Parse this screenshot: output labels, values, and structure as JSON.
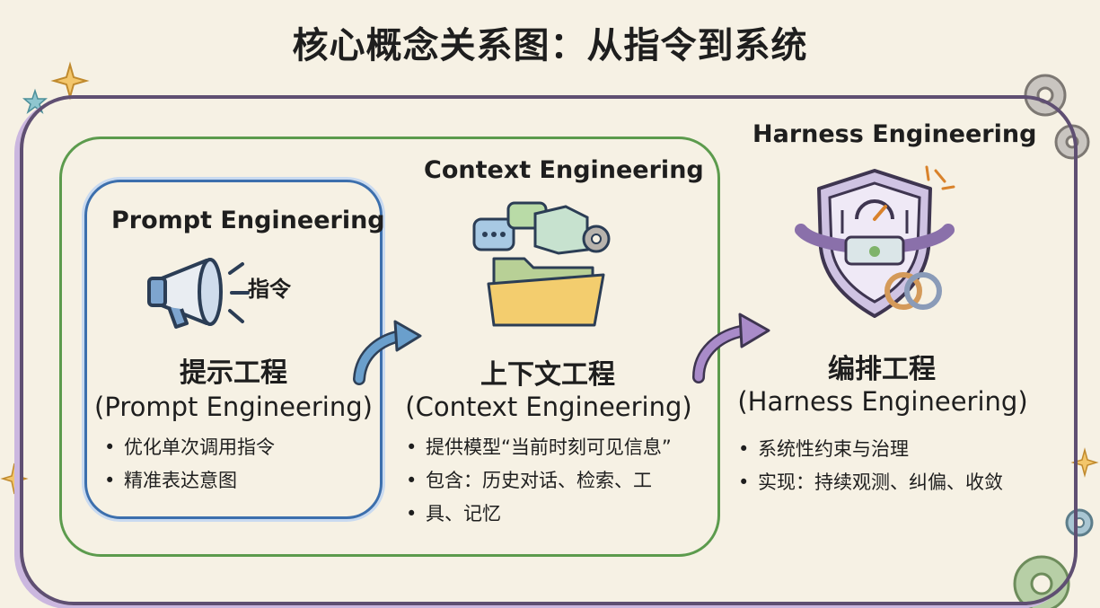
{
  "title": "核心概念关系图：从指令到系统",
  "sections": [
    {
      "header": "Prompt Engineering",
      "icon": "megaphone-icon",
      "icon_label": "指令",
      "name_zh": "提示工程",
      "name_en": "(Prompt Engineering)",
      "bullets": [
        "优化单次调用指令",
        "精准表达意图"
      ]
    },
    {
      "header": "Context Engineering",
      "icon": "folder-context-icon",
      "name_zh": "上下文工程",
      "name_en": "(Context Engineering)",
      "bullets": [
        "提供模型“当前时刻可见信息”",
        "包含：历史对话、检索、工",
        "具、记忆"
      ]
    },
    {
      "header": "Harness Engineering",
      "icon": "shield-harness-icon",
      "name_zh": "编排工程",
      "name_en": "(Harness Engineering)",
      "bullets": [
        "系统性约束与治理",
        "实现：持续观测、纠偏、收敛"
      ]
    }
  ],
  "colors": {
    "prompt": "#3c6fad",
    "context": "#5c9b4d",
    "harness": "#5f4f72",
    "arrow_blue": "#6a9fcc",
    "arrow_purple": "#a98bc9"
  }
}
